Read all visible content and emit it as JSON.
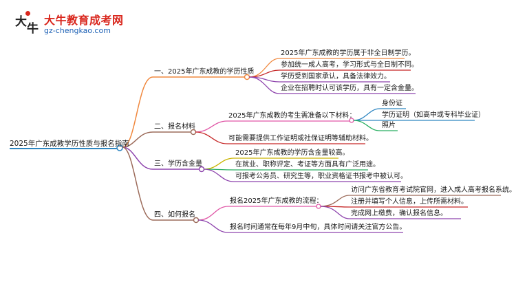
{
  "logo": {
    "mark_chars": [
      "大",
      "牛"
    ],
    "title": "大牛教育成考网",
    "url": "gz-chengkao.com"
  },
  "mindmap": {
    "root": "2025年广东成教学历性质与报名指南",
    "branches": [
      {
        "label": "一、2025年广东成教的学历性质",
        "color": "#f0883e",
        "children": [
          {
            "label": "2025年广东成教的学历属于非全日制学历。",
            "color": "#f0883e"
          },
          {
            "label": "参加统一成人高考，学习形式与全日制不同。",
            "color": "#c62828"
          },
          {
            "label": "学历受到国家承认，具备法律效力。",
            "color": "#8e44ad"
          },
          {
            "label": "企业在招聘时认可该学历，具有一定含金量。",
            "color": "#8e44ad"
          }
        ]
      },
      {
        "label": "二、报名材料",
        "color": "#9c6b5a",
        "children": [
          {
            "label": "2025年广东成教的考生需准备以下材料：",
            "color": "#e056a6",
            "children": [
              {
                "label": "身份证",
                "color": "#2e86c1"
              },
              {
                "label": "学历证明（如高中或专科毕业证）",
                "color": "#2e86c1"
              },
              {
                "label": "照片",
                "color": "#27ae60"
              }
            ]
          },
          {
            "label": "可能需要提供工作证明或社保证明等辅助材料。",
            "color": "#c62828"
          }
        ]
      },
      {
        "label": "三、学历含金量",
        "color": "#8e44ad",
        "children": [
          {
            "label": "2025年广东成教的学历含金量较高。",
            "color": "#c9b400"
          },
          {
            "label": "在就业、职称评定、考证等方面具有广泛用途。",
            "color": "#27ae60"
          },
          {
            "label": "可报考公务员、研究生等，职业资格证书报考中被认可。",
            "color": "#8e44ad"
          }
        ]
      },
      {
        "label": "四、如何报名",
        "color": "#9c6b5a",
        "children": [
          {
            "label": "报名2025年广东成教的流程：",
            "color": "#e056a6",
            "children": [
              {
                "label": "访问广东省教育考试院官网，进入成人高考报名系统。",
                "color": "#9c6b5a"
              },
              {
                "label": "注册并填写个人信息，上传所需材料。",
                "color": "#c62828"
              },
              {
                "label": "完成网上缴费，确认报名信息。",
                "color": "#8e44ad"
              }
            ]
          },
          {
            "label": "报名时间通常在每年9月中旬，具体时间请关注官方公告。",
            "color": "#8e44ad"
          }
        ]
      }
    ],
    "root_color": "#2e86c1"
  }
}
